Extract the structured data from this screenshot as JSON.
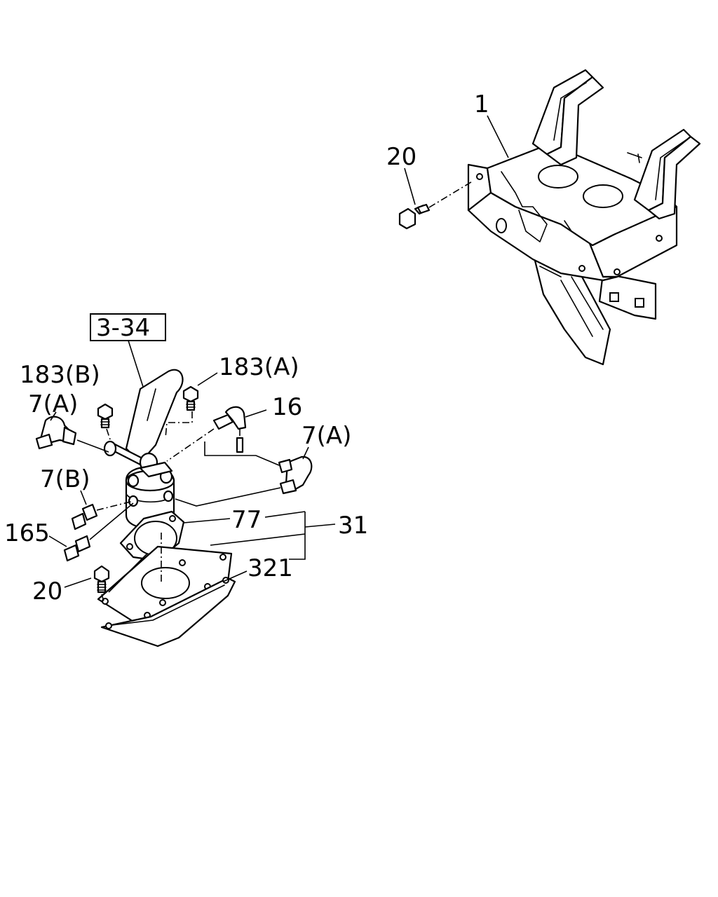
{
  "labels": {
    "l_1": "1",
    "l_20_top": "20",
    "l_3_34": "3-34",
    "l_183b": "183(B)",
    "l_183a": "183(A)",
    "l_7a_left": "7(A)",
    "l_16": "16",
    "l_7a_right": "7(A)",
    "l_7b": "7(B)",
    "l_77": "77",
    "l_31": "31",
    "l_165": "165",
    "l_321": "321",
    "l_20_bottom": "20"
  }
}
